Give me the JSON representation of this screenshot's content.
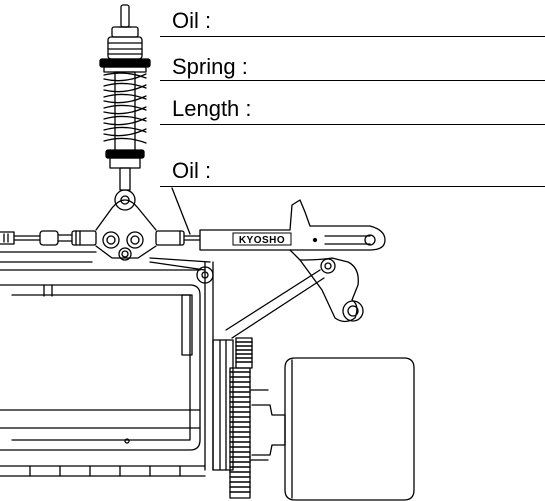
{
  "labels": {
    "oil_top": "Oil :",
    "spring": "Spring :",
    "length": "Length :",
    "oil_bottom": "Oil :"
  },
  "brand_text": "KYOSHO",
  "colors": {
    "line": "#000000",
    "paper": "#ffffff"
  }
}
